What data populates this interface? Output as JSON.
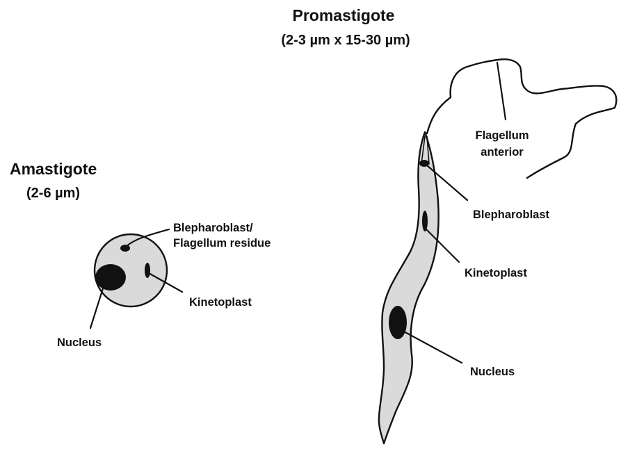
{
  "colors": {
    "cell_fill": "#dadada",
    "ink": "#111111",
    "background": "#ffffff"
  },
  "amastigote": {
    "title": "Amastigote",
    "size": "(2-6 µm)",
    "labels": {
      "blepharoblast_line1": "Blepharoblast/",
      "blepharoblast_line2": "Flagellum residue",
      "kinetoplast": "Kinetoplast",
      "nucleus": "Nucleus"
    }
  },
  "promastigote": {
    "title": "Promastigote",
    "size": "(2-3 µm x 15-30 µm)",
    "labels": {
      "flagellum_line1": "Flagellum",
      "flagellum_line2": "anterior",
      "blepharoblast": "Blepharoblast",
      "kinetoplast": "Kinetoplast",
      "nucleus": "Nucleus"
    }
  }
}
